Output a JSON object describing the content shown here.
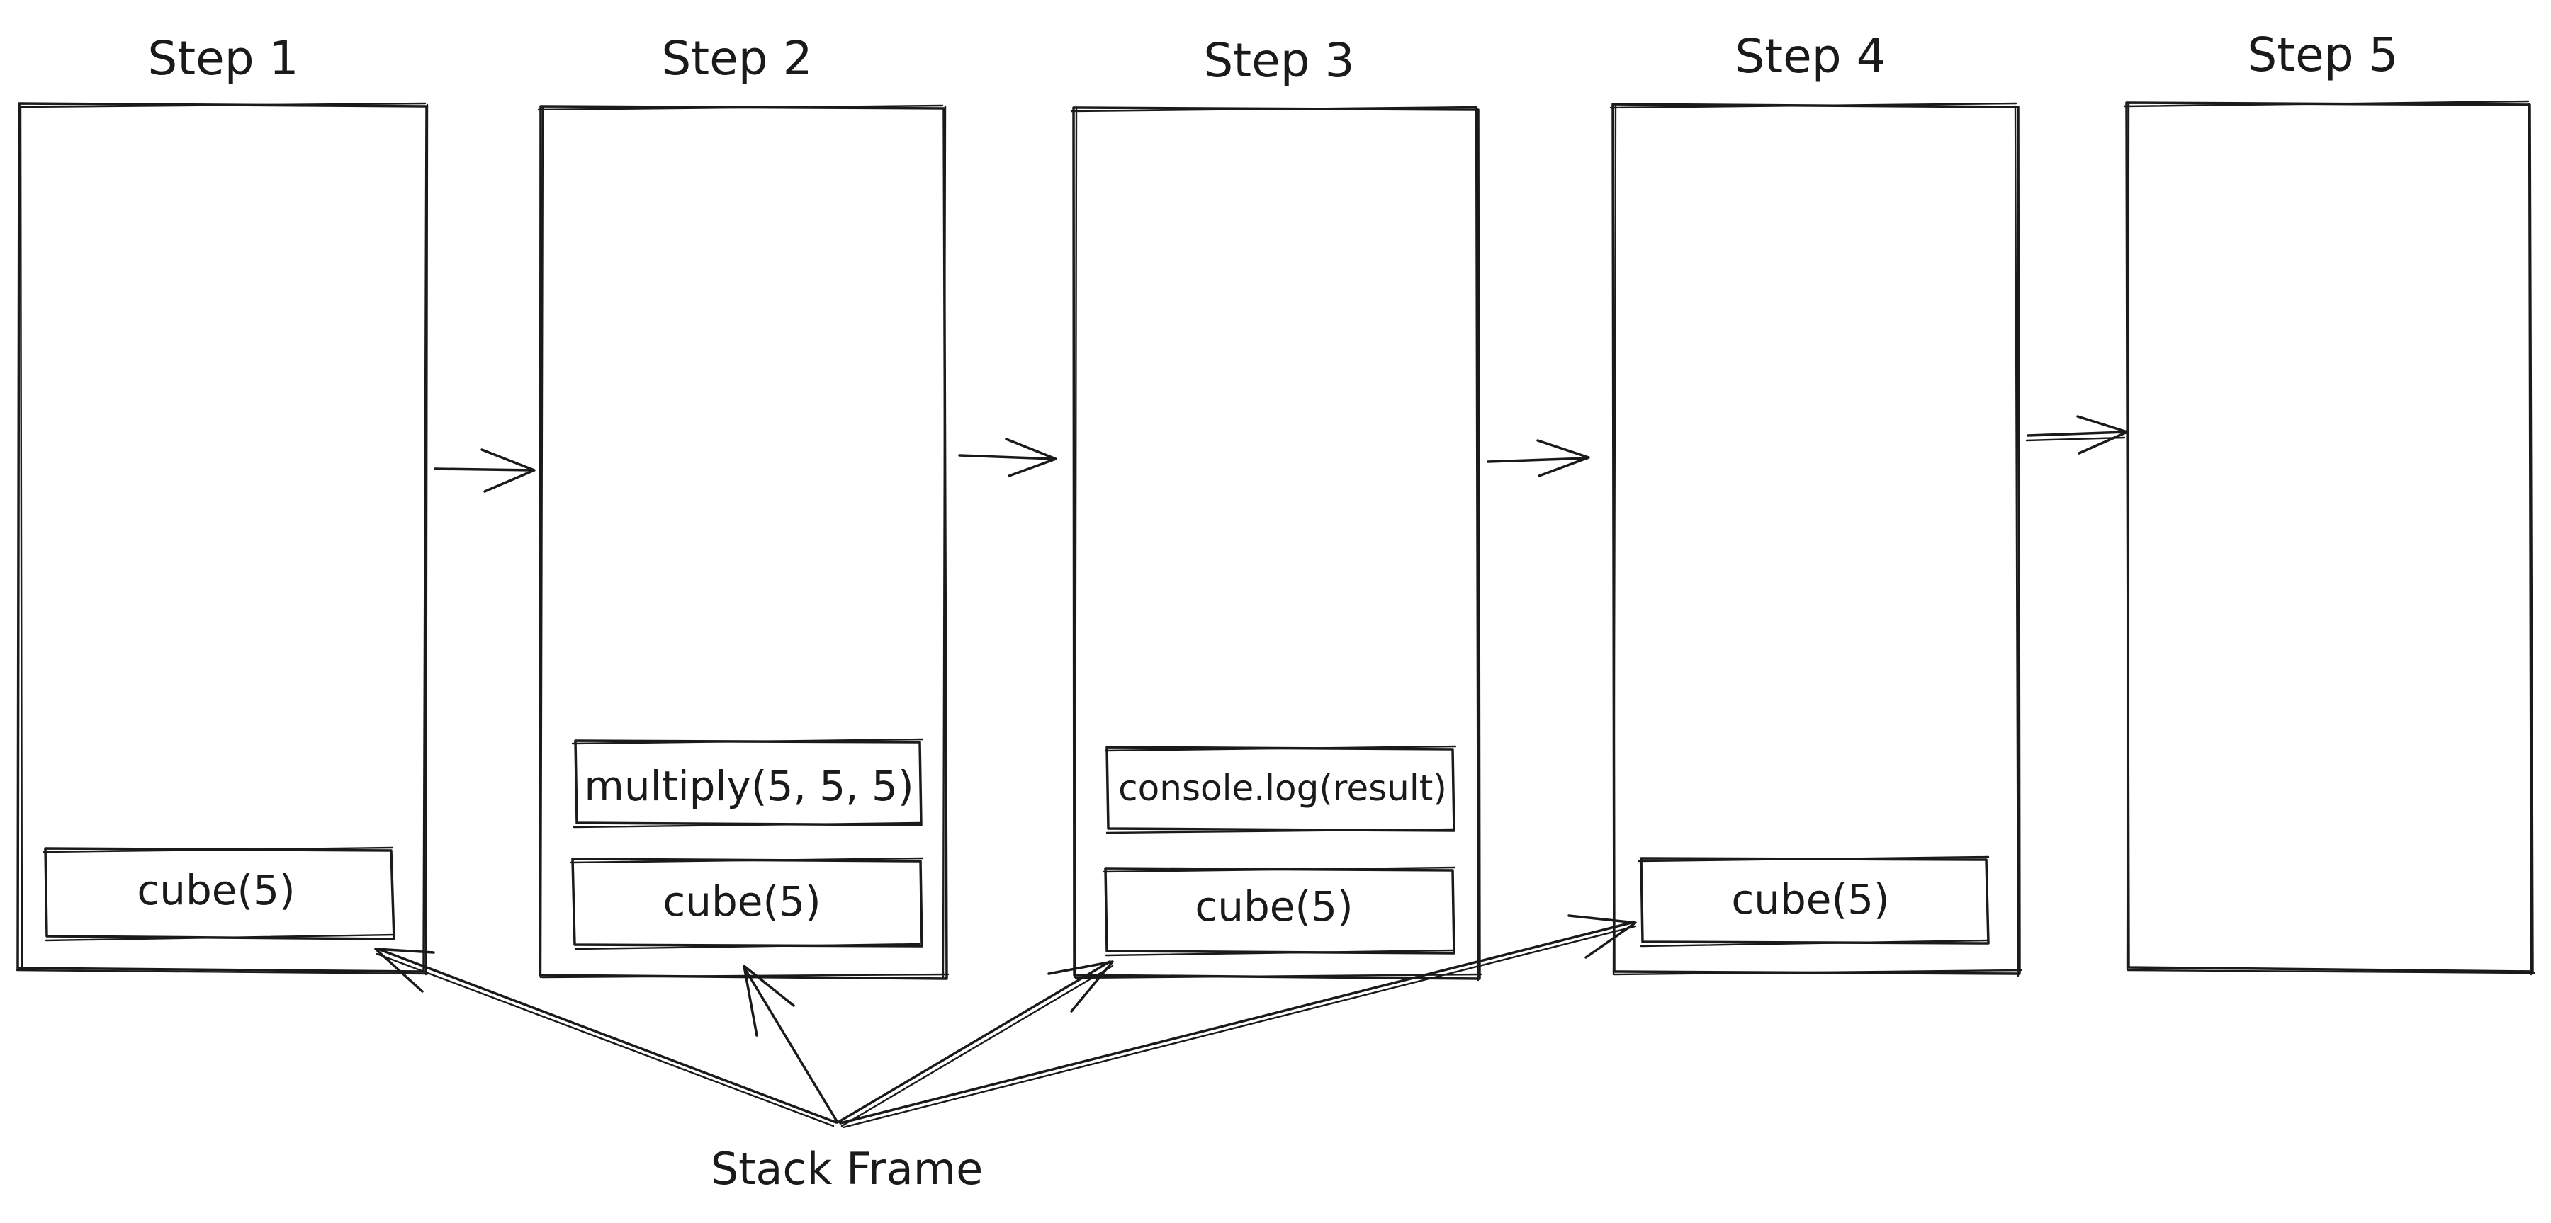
{
  "steps": [
    {
      "title": "Step 1",
      "frames": [
        "cube(5)"
      ]
    },
    {
      "title": "Step 2",
      "frames": [
        "multiply(5, 5, 5)",
        "cube(5)"
      ]
    },
    {
      "title": "Step 3",
      "frames": [
        "console.log(result)",
        "cube(5)"
      ]
    },
    {
      "title": "Step 4",
      "frames": [
        "cube(5)"
      ]
    },
    {
      "title": "Step 5",
      "frames": []
    }
  ],
  "annotation": {
    "label": "Stack Frame"
  }
}
